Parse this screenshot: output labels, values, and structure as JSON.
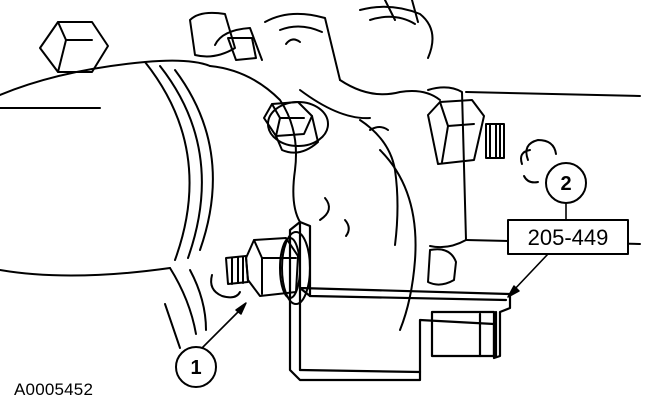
{
  "callouts": [
    {
      "label": "1"
    },
    {
      "label": "2"
    }
  ],
  "tool_number": "205-449",
  "figure_id": "A0005452",
  "colors": {
    "line": "#000000",
    "background": "#ffffff"
  }
}
